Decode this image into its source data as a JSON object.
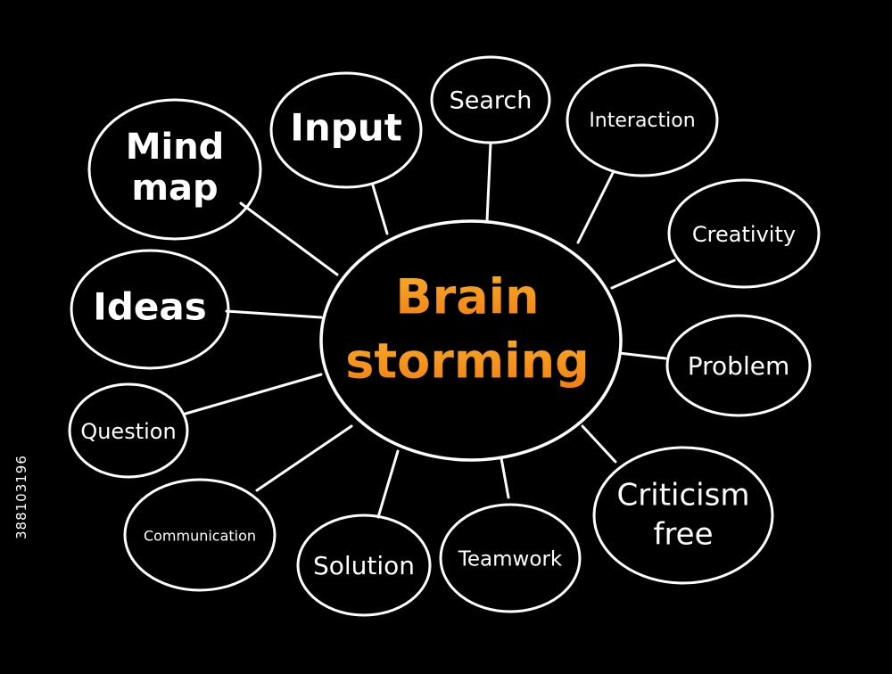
{
  "center": {
    "line1": "Brain",
    "line2": "storming",
    "gradient_top": "#f6ae2a",
    "gradient_bottom": "#f27d14"
  },
  "nodes": [
    {
      "id": "mind-map",
      "lines": [
        "Mind",
        "map"
      ]
    },
    {
      "id": "input",
      "lines": [
        "Input"
      ]
    },
    {
      "id": "search",
      "lines": [
        "Search"
      ]
    },
    {
      "id": "interaction",
      "lines": [
        "Interaction"
      ]
    },
    {
      "id": "creativity",
      "lines": [
        "Creativity"
      ]
    },
    {
      "id": "ideas",
      "lines": [
        "Ideas"
      ]
    },
    {
      "id": "problem",
      "lines": [
        "Problem"
      ]
    },
    {
      "id": "question",
      "lines": [
        "Question"
      ]
    },
    {
      "id": "criticism-free",
      "lines": [
        "Criticism",
        "free"
      ]
    },
    {
      "id": "communication",
      "lines": [
        "Communication"
      ]
    },
    {
      "id": "solution",
      "lines": [
        "Solution"
      ]
    },
    {
      "id": "teamwork",
      "lines": [
        "Teamwork"
      ]
    }
  ],
  "stock_id": "388103196",
  "colors": {
    "background": "#000000",
    "stroke": "#ffffff",
    "text": "#ffffff"
  }
}
